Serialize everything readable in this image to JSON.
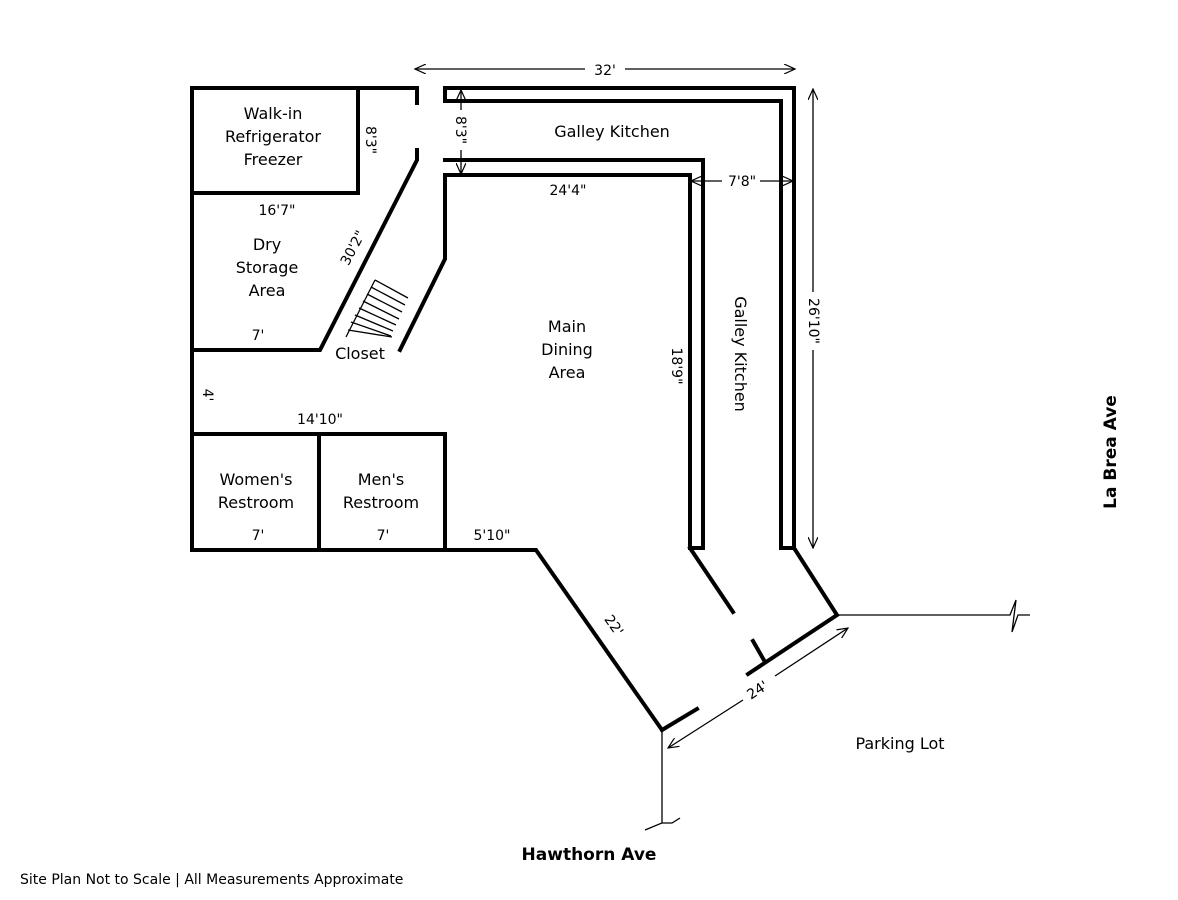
{
  "rooms": {
    "walkin": [
      "Walk-in",
      "Refrigerator",
      "Freezer"
    ],
    "dry_storage": [
      "Dry",
      "Storage",
      "Area"
    ],
    "closet": "Closet",
    "galley_top": "Galley Kitchen",
    "galley_side": "Galley Kitchen",
    "main_dining": [
      "Main",
      "Dining",
      "Area"
    ],
    "womens": [
      "Women's",
      "Restroom"
    ],
    "mens": [
      "Men's",
      "Restroom"
    ],
    "parking": "Parking Lot"
  },
  "dimensions": {
    "overall_width": "32'",
    "walkin_depth": "8'3\"",
    "galley_depth": "8'3\"",
    "dry_storage_width": "16'7\"",
    "diagonal_wall": "30'2\"",
    "dry_storage_bottom": "7'",
    "dining_width": "24'4\"",
    "galley_side_width": "7'8\"",
    "right_length": "26'10\"",
    "dining_side": "18'9\"",
    "corridor": "4'",
    "restroom_block": "14'10\"",
    "womens_width": "7'",
    "mens_width": "7'",
    "entry_offset": "5'10\"",
    "angled_wall": "22'",
    "front_wall": "24'"
  },
  "streets": {
    "south": "Hawthorn Ave",
    "east": "La Brea Ave"
  },
  "footnote": "Site Plan Not to Scale | All Measurements Approximate"
}
